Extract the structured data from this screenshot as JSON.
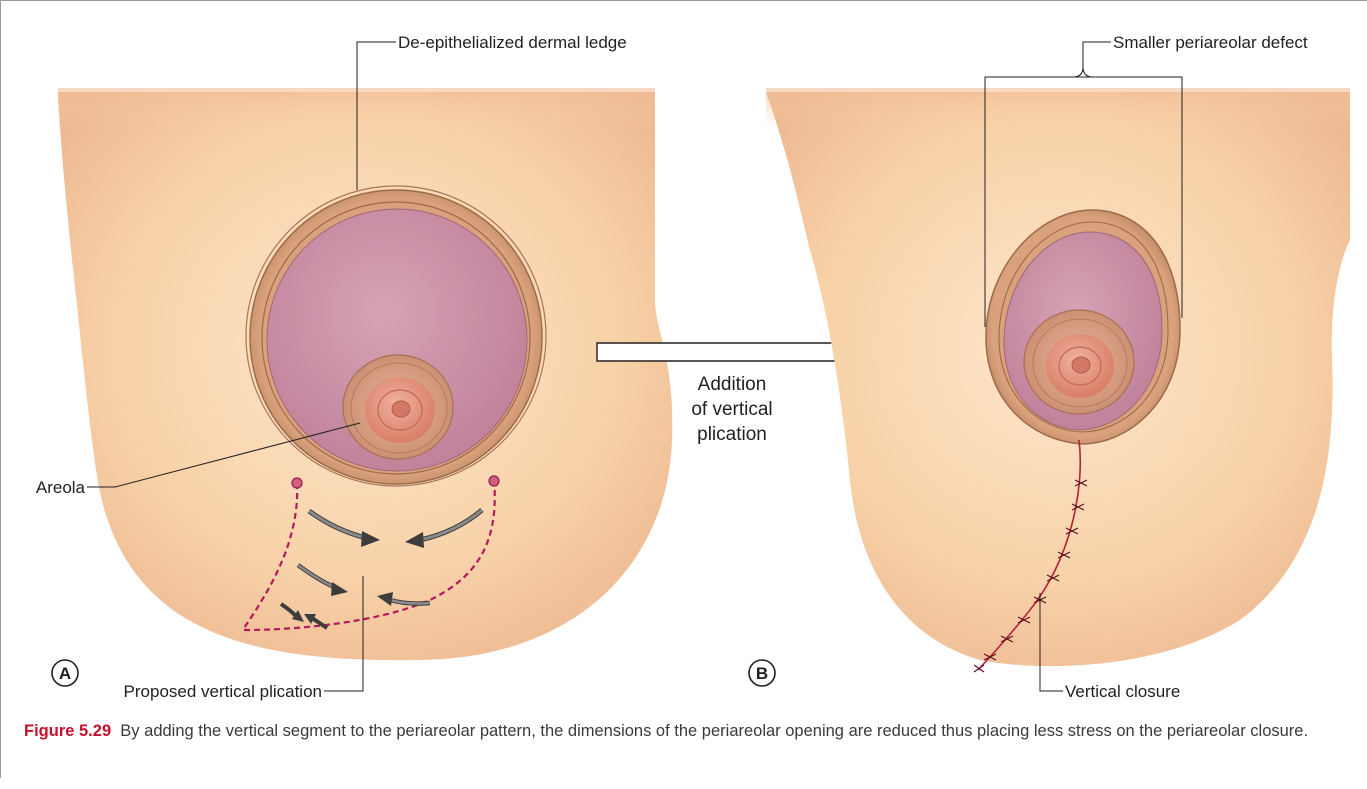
{
  "labels": {
    "dermal_ledge": "De-epithelialized dermal ledge",
    "areola": "Areola",
    "proposed_plication": "Proposed vertical plication",
    "smaller_defect": "Smaller periareolar defect",
    "vertical_closure": "Vertical closure",
    "transition": [
      "Addition",
      "of vertical",
      "plication"
    ],
    "panel_a": "A",
    "panel_b": "B"
  },
  "caption": {
    "number": "Figure 5.29",
    "text": "By adding the vertical segment to the periareolar pattern, the dimensions of the periareolar opening are reduced thus placing less stress on the periareolar closure."
  },
  "colors": {
    "skin": "#f8d2a8",
    "skin_light": "#fbe3c6",
    "dermis": "#d79f78",
    "dermis_edge": "#9c6a4c",
    "wound_bed": "#c98ea5",
    "areola": "#d9a287",
    "nipple": "#dc8a74",
    "suture": "#b8203c",
    "dashed_line": "#b3195d",
    "arrow_fill": "#7d7d7d"
  }
}
